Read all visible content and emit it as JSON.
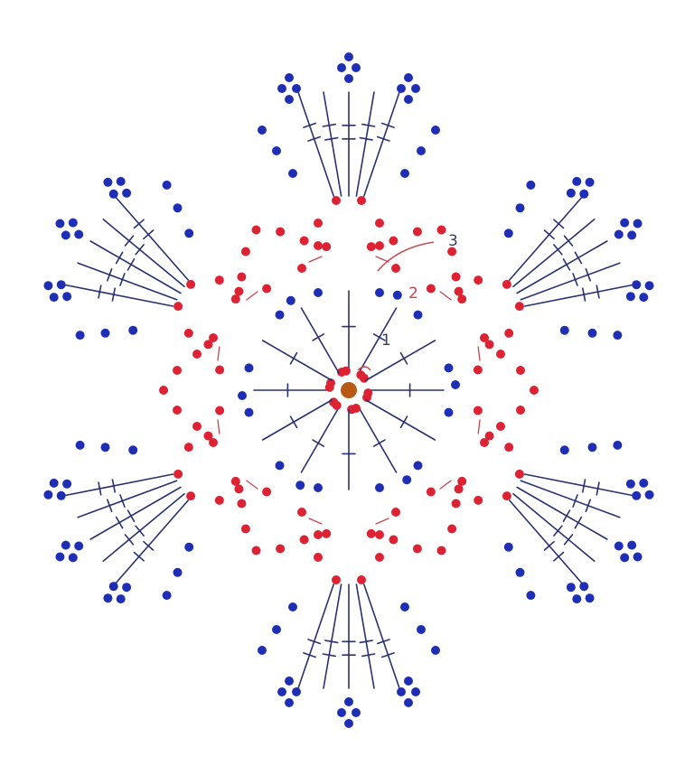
{
  "colors": {
    "background": "#ffffff",
    "blue": "#1f2fb5",
    "red": "#dd2333",
    "stitch_line": "#2a3170",
    "center": "#b85a14",
    "label_dark": "#3c3c5a",
    "label_red": "#c8474f"
  },
  "symbols": {
    "chain": "filled-dot",
    "double_crochet": "line-with-crossbar",
    "treble_crochet": "line-with-two-crossbars",
    "picot": "dot-cluster",
    "magic_ring": "center-dot"
  },
  "arms": 6,
  "round_labels": {
    "r1": "1",
    "r2": "2",
    "r3": "3"
  }
}
